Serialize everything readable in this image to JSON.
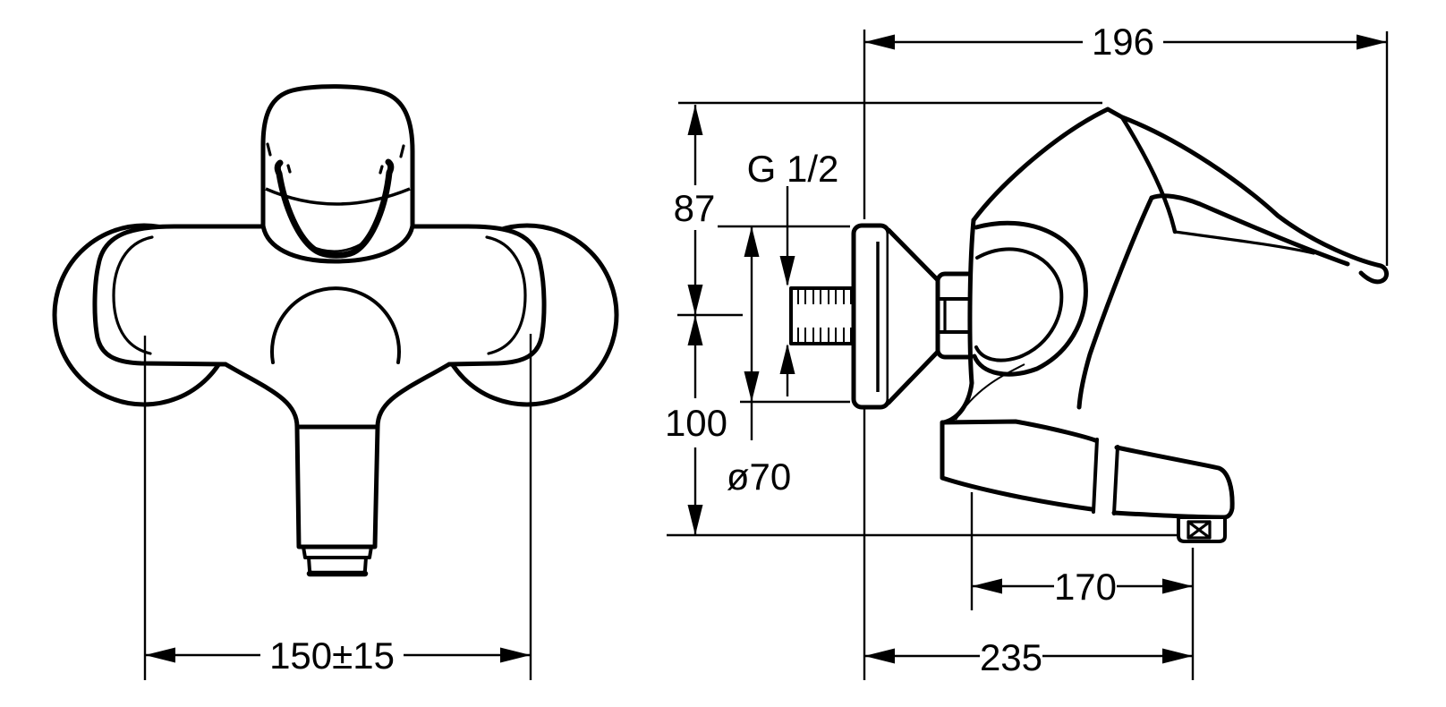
{
  "drawing": {
    "type": "technical-dimension-drawing",
    "subject": "wall-mounted single-lever mixer tap, front and side views",
    "colors": {
      "background": "#ffffff",
      "line": "#000000"
    }
  },
  "dimensions": {
    "center_distance": "150±15",
    "depth_total": "196",
    "height_above_center": "87",
    "height_below_center": "100",
    "thread_size": "G 1/2",
    "escutcheon_diameter": "ø70",
    "spout_projection": "170",
    "outlet_distance": "235"
  }
}
